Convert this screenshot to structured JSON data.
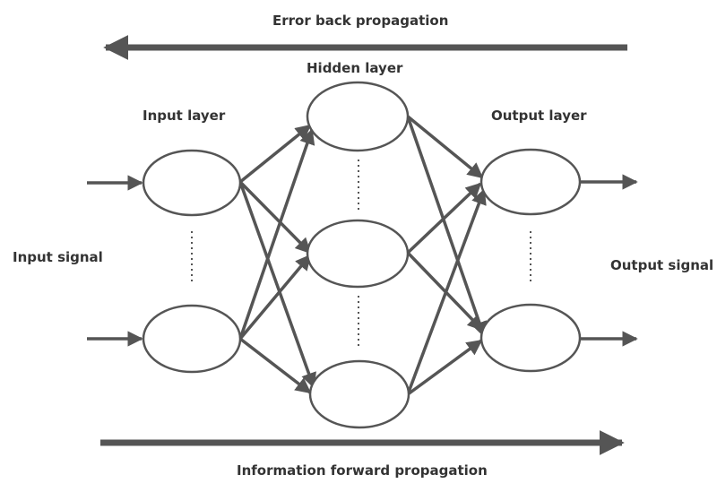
{
  "labels": {
    "error_back": "Error back propagation",
    "hidden_layer": "Hidden layer",
    "input_layer": "Input layer",
    "output_layer": "Output layer",
    "input_signal": "Input signal",
    "output_signal": "Output signal",
    "forward": "Information forward propagation"
  },
  "colors": {
    "stroke": "#555555",
    "text": "#333333",
    "background": "#ffffff"
  }
}
